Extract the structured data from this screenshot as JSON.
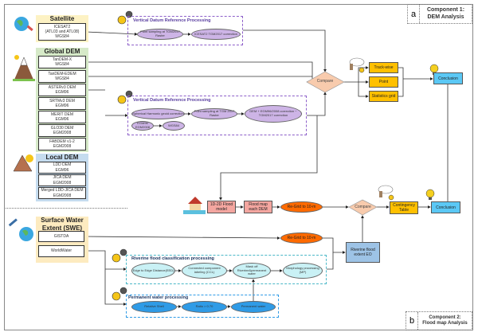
{
  "component_a": {
    "letter": "a",
    "title": "Component 1:",
    "subtitle": "DEM Analysis"
  },
  "component_b": {
    "letter": "b",
    "title": "Component 2:",
    "subtitle": "Flood map Analysis"
  },
  "satellite": {
    "title": "Satellite",
    "items": [
      {
        "name": "ICESAT2",
        "detail": "(ATL03 and ATL08)",
        "datum": "WGS84"
      }
    ]
  },
  "global_dem": {
    "title": "Global DEM",
    "items": [
      {
        "name": "TanDEM-X",
        "datum": "WGS84"
      },
      {
        "name": "TanDEM-EDEM",
        "datum": "WGS84"
      },
      {
        "name": "ASTERv3 DEM",
        "datum": "EGM96"
      },
      {
        "name": "SRTMv3 DEM",
        "datum": "EGM96"
      },
      {
        "name": "MERIT DEM",
        "datum": "EGM96"
      },
      {
        "name": "GLO30 DEM",
        "datum": "EGM2008"
      },
      {
        "name": "FABDEM v1-2",
        "datum": "EGM2008"
      }
    ]
  },
  "local_dem": {
    "title": "Local DEM",
    "items": [
      {
        "name": "LDD DEM",
        "datum": "EGM96"
      },
      {
        "name": "JICA DEM",
        "datum": "EGM2008"
      },
      {
        "name": "Merged LDD-JICA DEM",
        "datum": "EGM2008"
      }
    ]
  },
  "vdrp1": {
    "title": "Vertical Datum Reference Processing",
    "steps": [
      "Point sampling at TGM2017 Raster",
      "ICESAT2 TGM2017 correction"
    ]
  },
  "vdrp2": {
    "title": "Vertical Datum Reference Processing",
    "steps": [
      "Spherical Harmonic geoid correction",
      "EGM96 EGM2008",
      "WGS84",
      "Point sampling at TGM 2017 Raster",
      "DEM + EGM96/2008 correction − TGM2017 correction"
    ]
  },
  "compare1": "Compare",
  "outputs": [
    "Track-wise",
    "Point",
    "Statistics grid"
  ],
  "conclusion1": "Conclusion",
  "flood": {
    "model": "1D-2D Flood model",
    "map": "Flood map each DEM",
    "regrid1": "Re-Grid to 10-m",
    "compare": "Compare",
    "contingency": "Contingency Table",
    "conclusion": "Conclusion",
    "regrid2": "Re-Grid to 10-m",
    "eo": "Riverine flood extent EO"
  },
  "swe": {
    "title": "Surface Water Extent (SWE)",
    "items": [
      "GISTDA",
      "WorldWater"
    ]
  },
  "riverine": {
    "title": "Riverine flood classification processing",
    "steps": [
      "Edge to Edge Distance(EED)",
      "Connected component labeling (CCL)",
      "Mask off Riverine&permanent water",
      "Morphology processing (MP)"
    ]
  },
  "permanent": {
    "title": "Permanent water processing",
    "steps": [
      "Relative Shell",
      "Ratio > 0.70",
      "Permanent water"
    ]
  },
  "colors": {
    "satellite_bg": "#fdf2c4",
    "global_bg": "#d6eac8",
    "local_bg": "#c5dcef",
    "swe_bg": "#fdebc0",
    "purple": "#cdb4e6",
    "orange_output": "#ffc000",
    "conclusion": "#5bc8f5",
    "flood_pink": "#f4a6a0",
    "compare": "#f8cbad",
    "regrid": "#ff6a00",
    "eo": "#9dc3e6"
  }
}
